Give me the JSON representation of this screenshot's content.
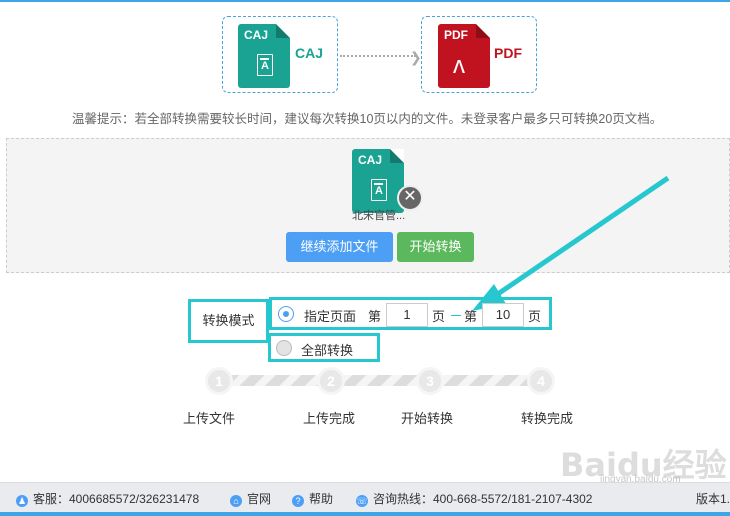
{
  "conversion": {
    "from_badge": "CAJ",
    "from_label": "CAJ",
    "to_badge": "PDF",
    "to_label": "PDF",
    "from_color": "#1aa393",
    "to_color": "#c1121f"
  },
  "tip": "温馨提示：若全部转换需要较长时间，建议每次转换10页以内的文件。未登录客户最多只可转换20页文档。",
  "upload": {
    "file_badge": "CAJ",
    "file_name": "北宋官管...",
    "remove_icon": "close-icon",
    "add_button": "继续添加文件",
    "start_button": "开始转换"
  },
  "mode": {
    "label": "转换模式",
    "option_pages": "指定页面",
    "page_prefix": "第",
    "from_page": "1",
    "page_unit": "页",
    "page_prefix2": "第",
    "to_page": "10",
    "page_unit2": "页",
    "option_all": "全部转换",
    "selected": "指定页面"
  },
  "steps": [
    {
      "num": "1",
      "label": "上传文件"
    },
    {
      "num": "2",
      "label": "上传完成"
    },
    {
      "num": "3",
      "label": "开始转换"
    },
    {
      "num": "4",
      "label": "转换完成"
    }
  ],
  "watermark": {
    "text": "Baidu经验",
    "sub": "jingyan.baidu.com"
  },
  "footer": {
    "service": "客服：4006685572/326231478",
    "site": "官网",
    "help": "帮助",
    "hotline": "咨询热线：400-668-5572/181-2107-4302",
    "version": "版本1."
  },
  "accent_color": "#27c7d0"
}
